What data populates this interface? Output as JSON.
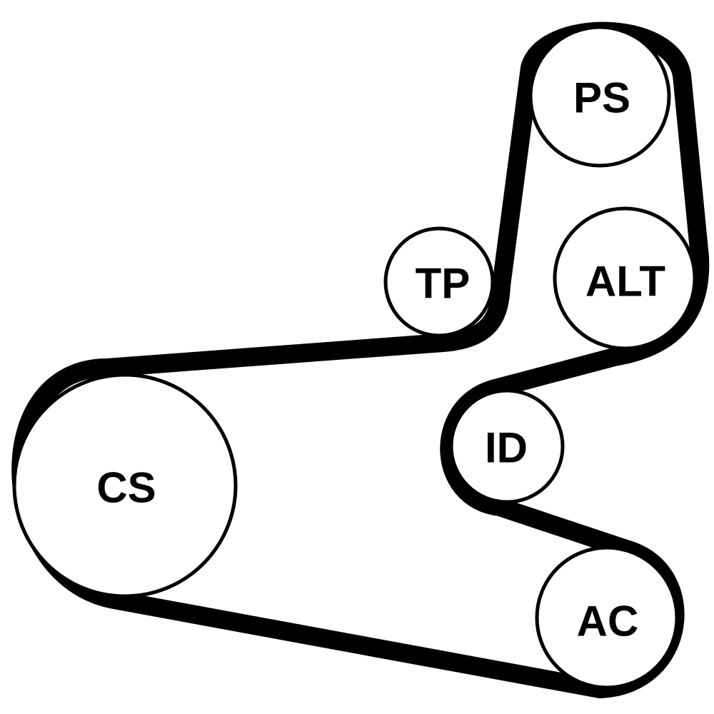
{
  "diagram": {
    "colors": {
      "belt": "#000000",
      "pulley_stroke": "#000000",
      "pulley_fill": "#ffffff",
      "label": "#000000",
      "background": "#ffffff"
    },
    "belt_order": [
      "PS",
      "ALT",
      "ID",
      "AC",
      "CS",
      "TP"
    ],
    "pulleys": [
      {
        "id": "PS",
        "label": "PS"
      },
      {
        "id": "ALT",
        "label": "ALT"
      },
      {
        "id": "TP",
        "label": "TP"
      },
      {
        "id": "ID",
        "label": "ID"
      },
      {
        "id": "CS",
        "label": "CS"
      },
      {
        "id": "AC",
        "label": "AC"
      }
    ]
  }
}
